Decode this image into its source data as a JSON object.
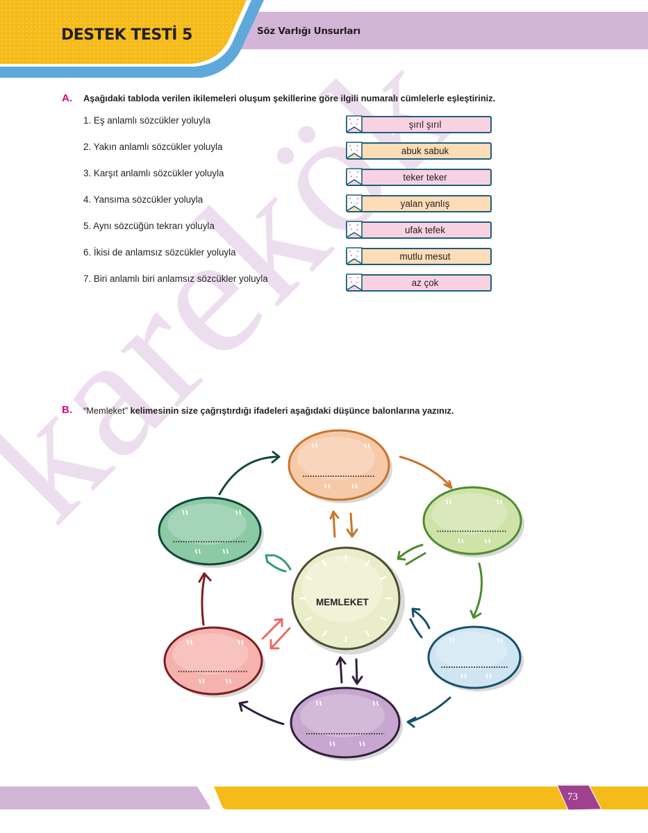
{
  "header": {
    "title": "DESTEK TESTİ 5",
    "topic": "Söz Varlığı Unsurları"
  },
  "watermark": "karekök",
  "section_a": {
    "letter": "A.",
    "instruction": "Aşağıdaki tabloda verilen ikilemeleri oluşum şekillerine göre ilgili numaralı cümlelerle eşleştiriniz.",
    "items": [
      "1. Eş anlamlı sözcükler yoluyla",
      "2. Yakın anlamlı sözcükler yoluyla",
      "3. Karşıt anlamlı sözcükler yoluyla",
      "4. Yansıma sözcükler yoluyla",
      "5. Aynı sözcüğün tekrarı yoluyla",
      "6. İkisi de anlamsız sözcükler yoluyla",
      "7. Biri anlamlı biri anlamsız sözcükler yoluyla"
    ],
    "tags": [
      {
        "label": "şırıl şırıl",
        "color": "#f9d2e1"
      },
      {
        "label": "abuk sabuk",
        "color": "#fddcb8"
      },
      {
        "label": "teker teker",
        "color": "#f9d2e1"
      },
      {
        "label": "yalan yanlış",
        "color": "#fddcb8"
      },
      {
        "label": "ufak tefek",
        "color": "#f9d2e1"
      },
      {
        "label": "mutlu mesut",
        "color": "#fddcb8"
      },
      {
        "label": "az çok",
        "color": "#f9d2e1"
      }
    ]
  },
  "section_b": {
    "letter": "B.",
    "quote": "“Memleket”",
    "instruction": " kelimesinin size çağrıştırdığı ifadeleri aşağıdaki düşünce balonlarına yazınız.",
    "center_label": "MEMLEKET",
    "balloons": [
      {
        "name": "top",
        "fill": "#f6c9a8",
        "stroke": "#c8742a",
        "answer": ""
      },
      {
        "name": "top-right",
        "fill": "#cfe3a9",
        "stroke": "#4f8b2e",
        "answer": ""
      },
      {
        "name": "bottom-right",
        "fill": "#cfe6f2",
        "stroke": "#17506a",
        "answer": ""
      },
      {
        "name": "bottom",
        "fill": "#c7a7cf",
        "stroke": "#2e1f3e",
        "answer": ""
      },
      {
        "name": "bottom-left",
        "fill": "#f6b3ad",
        "stroke": "#7a1d21",
        "answer": ""
      },
      {
        "name": "top-left",
        "fill": "#8ccaa5",
        "stroke": "#0f4a37",
        "answer": ""
      }
    ]
  },
  "footer": {
    "page_number": "73"
  },
  "colors": {
    "accent_magenta": "#e6007e",
    "header_purple": "#d3b5d7",
    "header_yellow": "#f5bb1a",
    "header_blue": "#5ea8dc",
    "page_badge": "#a0408f"
  }
}
